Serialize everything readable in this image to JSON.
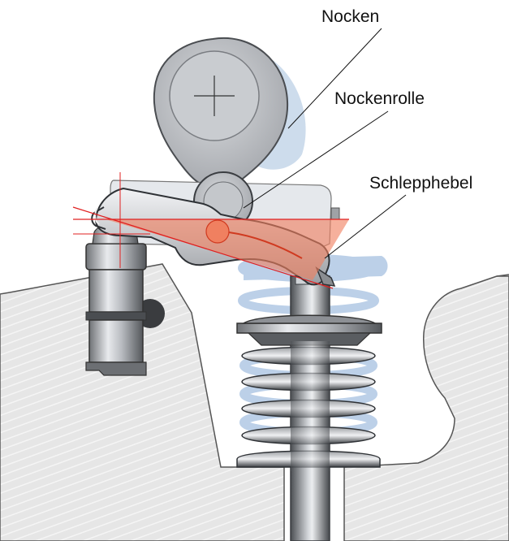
{
  "labels": {
    "cam": "Nocken",
    "roller": "Nockenrolle",
    "rocker": "Schlepphebel"
  },
  "colors": {
    "background": "#ffffff",
    "head_hatch": "#dcdcdc",
    "metal_light": "#d9dde3",
    "metal_dark": "#55585c",
    "cam_shadow": "#c8d8ea",
    "spring_blue": "#bcd0e8",
    "highlight_fill": "#f08060",
    "highlight_line": "#e02020"
  },
  "icons": {
    "cam": "cam-lobe",
    "roller": "cam-roller",
    "rocker": "finger-follower-rocker",
    "lash_adjuster": "hydraulic-lash-adjuster",
    "valve_spring": "coil-spring",
    "valve_stem": "valve-stem"
  }
}
